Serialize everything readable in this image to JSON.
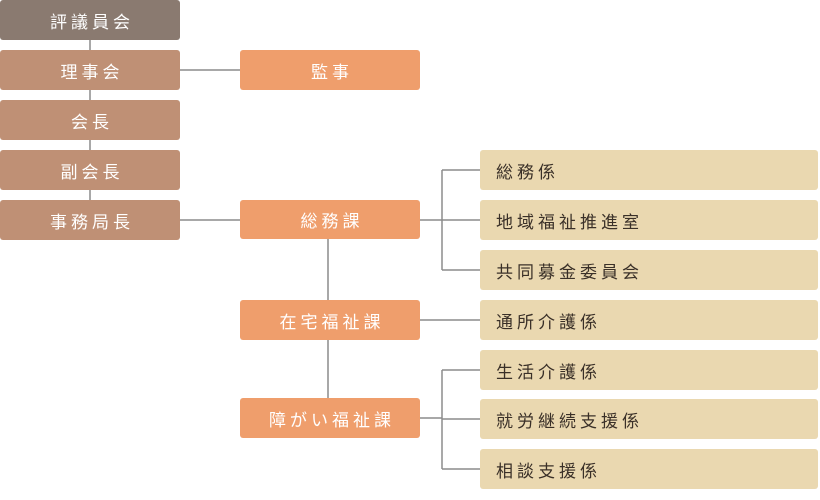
{
  "org_chart": {
    "executive": [
      {
        "id": "council",
        "label": "評議員会"
      },
      {
        "id": "board",
        "label": "理事会"
      },
      {
        "id": "chairman",
        "label": "会長"
      },
      {
        "id": "vice_chairman",
        "label": "副会長"
      },
      {
        "id": "secretary_general",
        "label": "事務局長"
      }
    ],
    "auditor": {
      "label": "監事"
    },
    "departments": [
      {
        "label": "総務課",
        "units": [
          "総務係",
          "地域福祉推進室",
          "共同募金委員会"
        ]
      },
      {
        "label": "在宅福祉課",
        "units": [
          "通所介護係"
        ]
      },
      {
        "label": "障がい福祉課",
        "units": [
          "生活介護係",
          "就労継続支援係",
          "相談支援係"
        ]
      }
    ]
  },
  "colors": {
    "council": "#8a7a70",
    "executive": "#bf9075",
    "department": "#ef9e6c",
    "unit": "#ead8b0",
    "line": "#8c8c8c"
  }
}
